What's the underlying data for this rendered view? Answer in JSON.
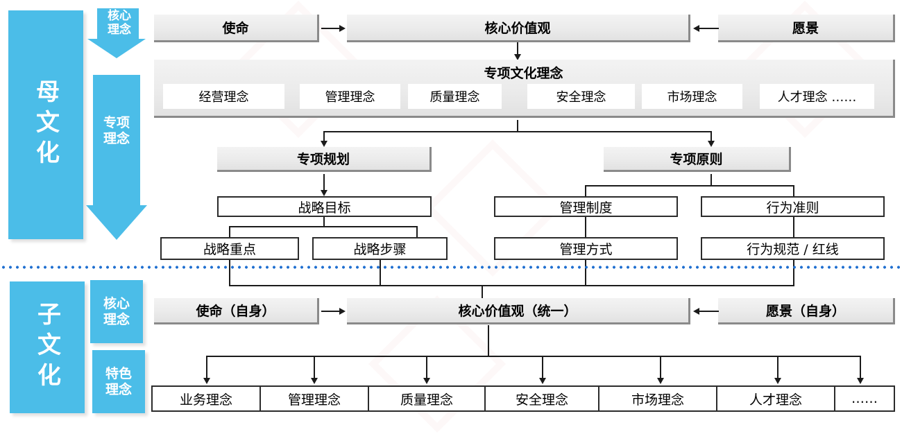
{
  "colors": {
    "accent_blue": "#4BBDE8",
    "divider_blue": "#1F6FD0",
    "box_gray": "#EBEBEB",
    "line_black": "#1B1B1B"
  },
  "parent_culture": {
    "side_label": "母文化",
    "arrow_core": "核心\n理念",
    "arrow_core_line1": "核心",
    "arrow_core_line2": "理念",
    "arrow_special_line1": "专项",
    "arrow_special_line2": "理念",
    "mission": "使命",
    "core_values": "核心价值观",
    "vision": "愿景",
    "special_culture_title": "专项文化理念",
    "special_culture_chips": [
      "经营理念",
      "管理理念",
      "质量理念",
      "安全理念",
      "市场理念",
      "人才理念  ……"
    ],
    "special_plan": "专项规划",
    "special_principle": "专项原则",
    "strategy_goal": "战略目标",
    "strategy_focus": "战略重点",
    "strategy_steps": "战略步骤",
    "mgmt_system": "管理制度",
    "behavior_guideline": "行为准则",
    "mgmt_method": "管理方式",
    "behavior_norm": "行为规范 / 红线"
  },
  "sub_culture": {
    "side_label": "子文化",
    "tag_core_line1": "核心",
    "tag_core_line2": "理念",
    "tag_feature_line1": "特色",
    "tag_feature_line2": "理念",
    "mission": "使命（自身）",
    "core_values": "核心价值观（统一）",
    "vision": "愿景（自身）",
    "idea_boxes": [
      "业务理念",
      "管理理念",
      "质量理念",
      "安全理念",
      "市场理念",
      "人才理念",
      "……"
    ]
  }
}
